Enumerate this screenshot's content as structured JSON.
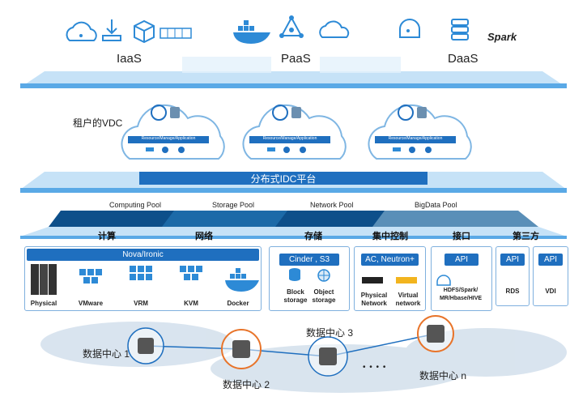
{
  "layers": {
    "iaas": "IaaS",
    "paas": "PaaS",
    "daas": "DaaS",
    "spark": "Spark"
  },
  "vdc": {
    "tenant_label": "租户的VDC",
    "cloud_bar_label": "Resource/Manage/Application"
  },
  "idc": {
    "platform_label": "分布式IDC平台"
  },
  "pools": [
    "Computing Pool",
    "Storage Pool",
    "Network Pool",
    "BigData Pool"
  ],
  "categories": [
    "计算",
    "网络",
    "存储",
    "集中控制",
    "接口",
    "第三方"
  ],
  "compute": {
    "header": "Nova/Ironic",
    "items": [
      "Physical",
      "VMware",
      "VRM",
      "KVM",
      "Docker"
    ]
  },
  "storage": {
    "header": "Cinder , S3",
    "block": [
      "Block",
      "storage"
    ],
    "object": [
      "Object",
      "storage"
    ]
  },
  "network": {
    "header": "AC, Neutron+",
    "physical": [
      "Physical",
      "Network"
    ],
    "virtual": [
      "Virtual",
      "network"
    ]
  },
  "interface": {
    "header": "API",
    "desc": [
      "HDFS/Spark/",
      "MR/Hbase/HIVE"
    ]
  },
  "rds": {
    "header": "API",
    "label": "RDS"
  },
  "vdi": {
    "header": "API",
    "label": "VDI"
  },
  "datacenters": [
    "数据中心 1",
    "数据中心 2",
    "数据中心 3",
    "数据中心 n"
  ],
  "ellipsis": "• • • •",
  "colors": {
    "brand_blue": "#1f6fbf",
    "dark_blue": "#0d4f8a",
    "light_blue": "#5aa9e6",
    "orange": "#e8742a"
  }
}
